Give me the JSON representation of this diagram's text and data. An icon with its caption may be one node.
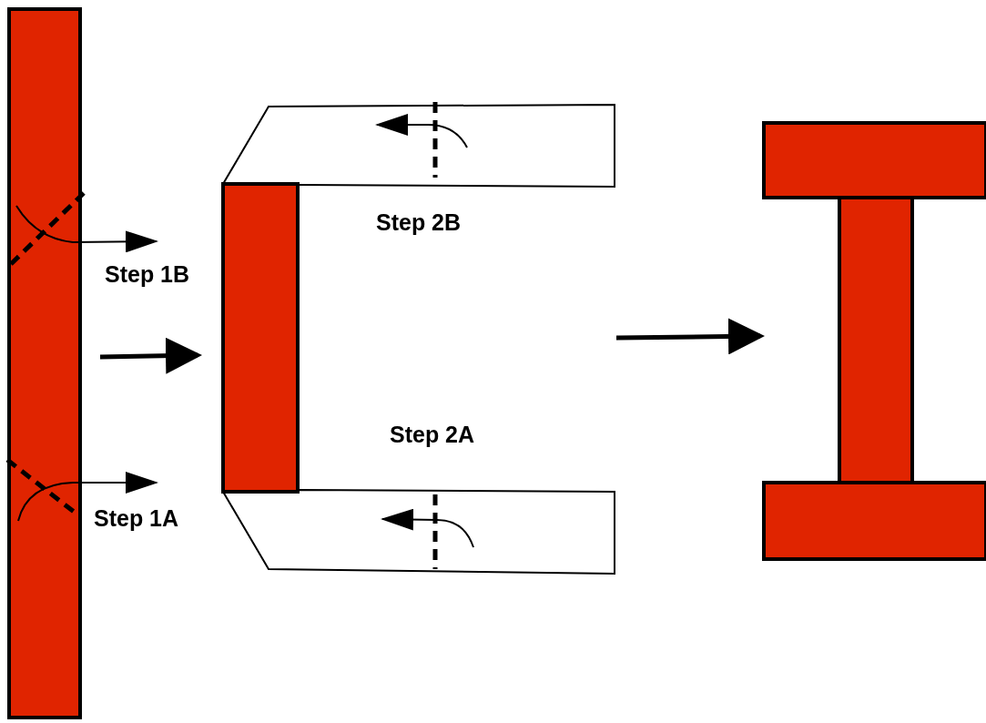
{
  "diagram": {
    "nodes": [
      {
        "text": [],
        "shape": "bar"
      },
      {
        "text": [],
        "shape": "picture"
      },
      {
        "text": [],
        "shape": "picture"
      }
    ],
    "edges": [
      {
        "from": 0,
        "to": 1,
        "arrow": "to"
      },
      {
        "from": 1,
        "to": 2,
        "arrow": "to"
      }
    ],
    "labels": [
      "Step 1B",
      "Step 1A",
      "Step 2B",
      "Step 2A"
    ]
  }
}
